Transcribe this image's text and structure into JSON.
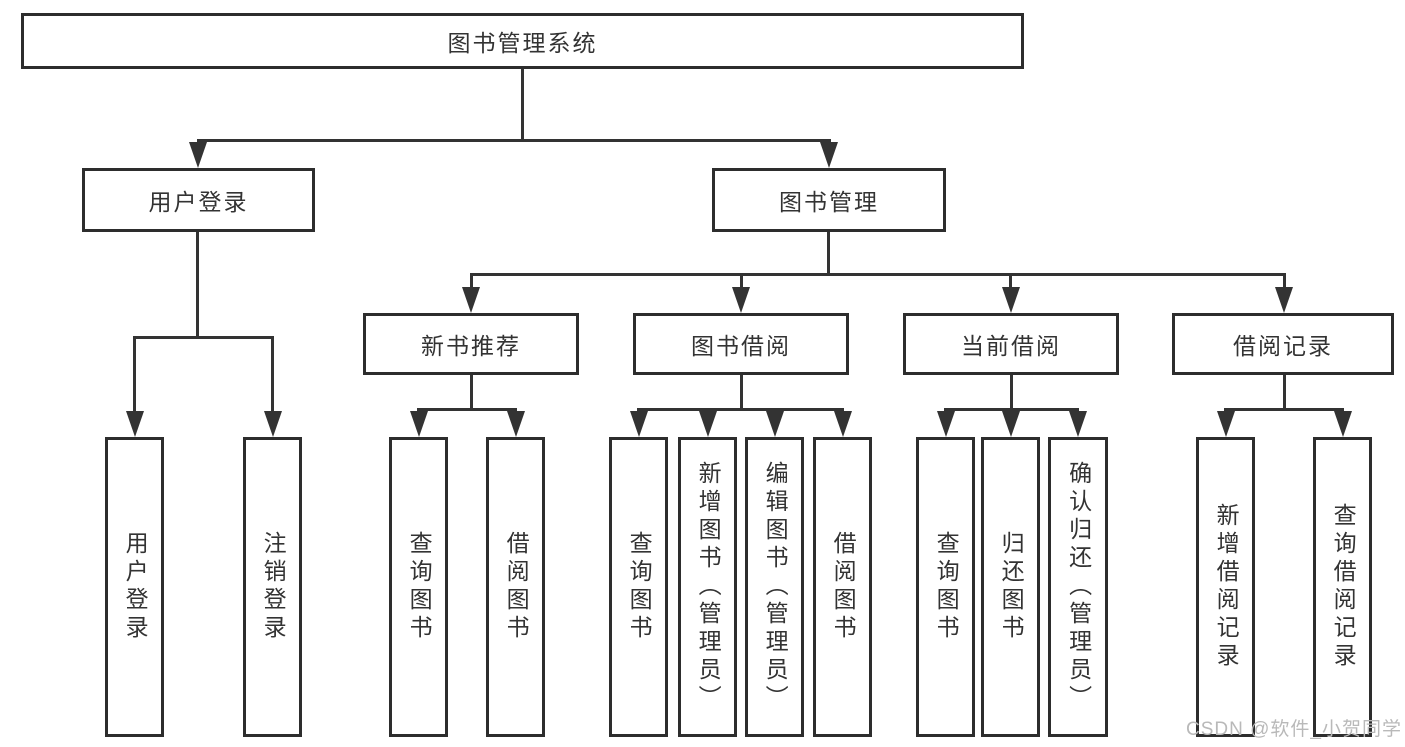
{
  "tree": {
    "root": {
      "label": "图书管理系统"
    },
    "branches": [
      {
        "label": "用户登录",
        "children": [
          {
            "label": "用户登录"
          },
          {
            "label": "注销登录"
          }
        ]
      },
      {
        "label": "图书管理",
        "children": [
          {
            "label": "新书推荐",
            "children": [
              {
                "label": "查询图书"
              },
              {
                "label": "借阅图书"
              }
            ]
          },
          {
            "label": "图书借阅",
            "children": [
              {
                "label": "查询图书"
              },
              {
                "label": "新增图书（管理员）"
              },
              {
                "label": "编辑图书（管理员）"
              },
              {
                "label": "借阅图书"
              }
            ]
          },
          {
            "label": "当前借阅",
            "children": [
              {
                "label": "查询图书"
              },
              {
                "label": "归还图书"
              },
              {
                "label": "确认归还（管理员）"
              }
            ]
          },
          {
            "label": "借阅记录",
            "children": [
              {
                "label": "新增借阅记录"
              },
              {
                "label": "查询借阅记录"
              }
            ]
          }
        ]
      }
    ]
  },
  "watermark": {
    "text": "CSDN @软件_小贺同学"
  },
  "colors": {
    "line": "#333333",
    "box_border": "#2d2d2d",
    "text": "#333333",
    "watermark": "#b9b9b9",
    "background": "#ffffff"
  }
}
